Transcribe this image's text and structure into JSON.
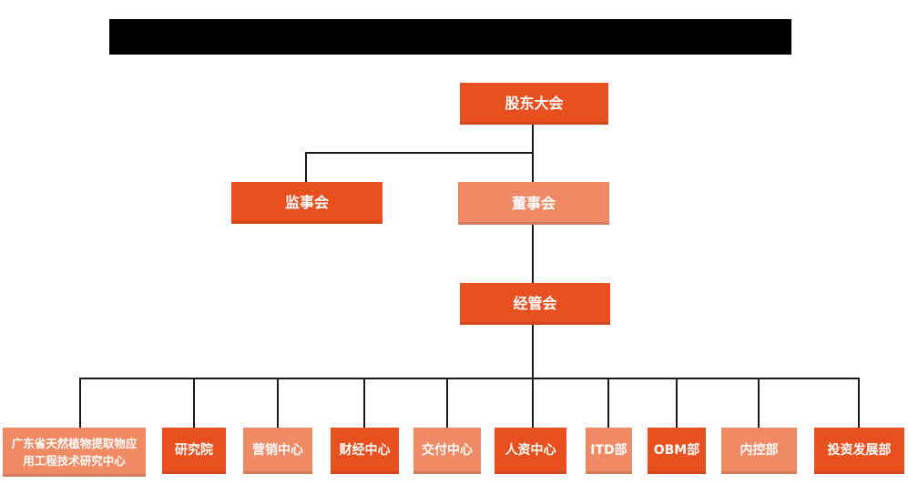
{
  "colors": {
    "primary": "#e8501f",
    "secondary": "#ef8a64",
    "line": "#1a1a1a",
    "redacted_bar": "#000000",
    "node_text": "#ffffff"
  },
  "chart": {
    "type": "org-chart",
    "title_bar": "",
    "nodes": {
      "shareholders": {
        "label": "股东大会"
      },
      "supervisory": {
        "label": "监事会"
      },
      "board": {
        "label": "董事会"
      },
      "management": {
        "label": "经管会"
      }
    },
    "hierarchy": [
      "股东大会 > 监事会",
      "股东大会 > 董事会",
      "董事会 > 经管会",
      "经管会 > 所有部门"
    ]
  },
  "departments": [
    {
      "label": "广东省天然植物提取物应用工程技术研究中心"
    },
    {
      "label": "研究院"
    },
    {
      "label": "营销中心"
    },
    {
      "label": "财经中心"
    },
    {
      "label": "交付中心"
    },
    {
      "label": "人资中心"
    },
    {
      "label": "ITD部"
    },
    {
      "label": "OBM部"
    },
    {
      "label": "内控部"
    },
    {
      "label": "投资发展部"
    }
  ]
}
